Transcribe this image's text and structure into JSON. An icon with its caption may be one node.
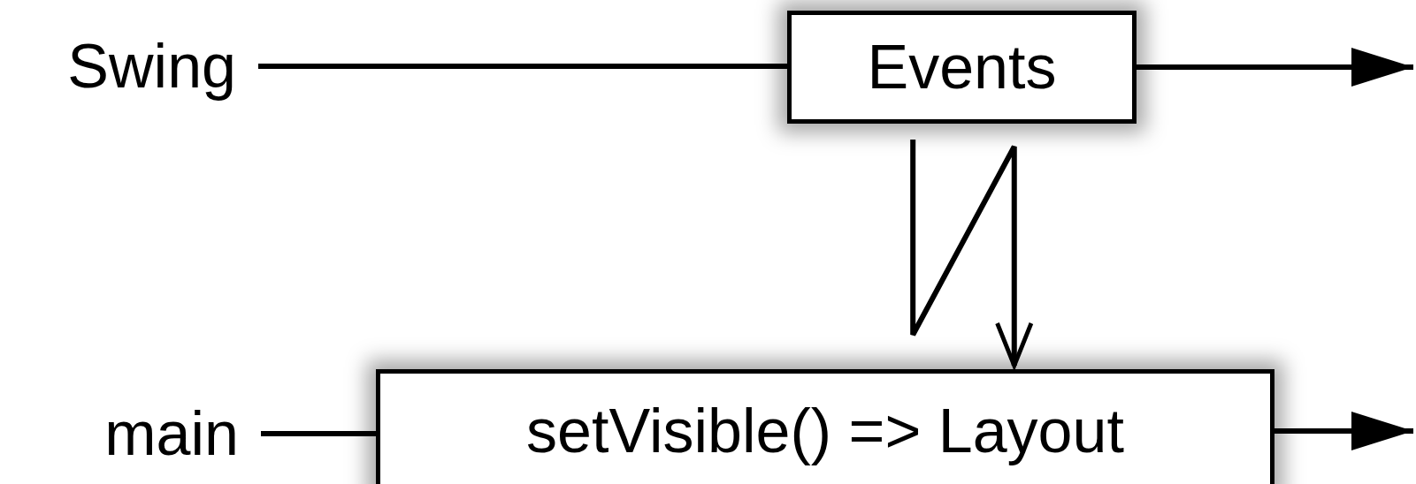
{
  "diagram": {
    "nodes": [
      {
        "text": [
          "Swing"
        ]
      },
      {
        "text": [
          "Events"
        ]
      },
      {
        "text": [
          "main"
        ]
      },
      {
        "text": [
          "setVisible() => Layout"
        ]
      }
    ],
    "edges": [
      {
        "from": 0,
        "to": 1,
        "arrow": "none"
      },
      {
        "from": 1,
        "to": null,
        "arrow": "to"
      },
      {
        "from": 2,
        "to": 3,
        "arrow": "none"
      },
      {
        "from": 3,
        "to": null,
        "arrow": "to"
      },
      {
        "from": 1,
        "to": 3,
        "arrow": "to"
      }
    ]
  }
}
